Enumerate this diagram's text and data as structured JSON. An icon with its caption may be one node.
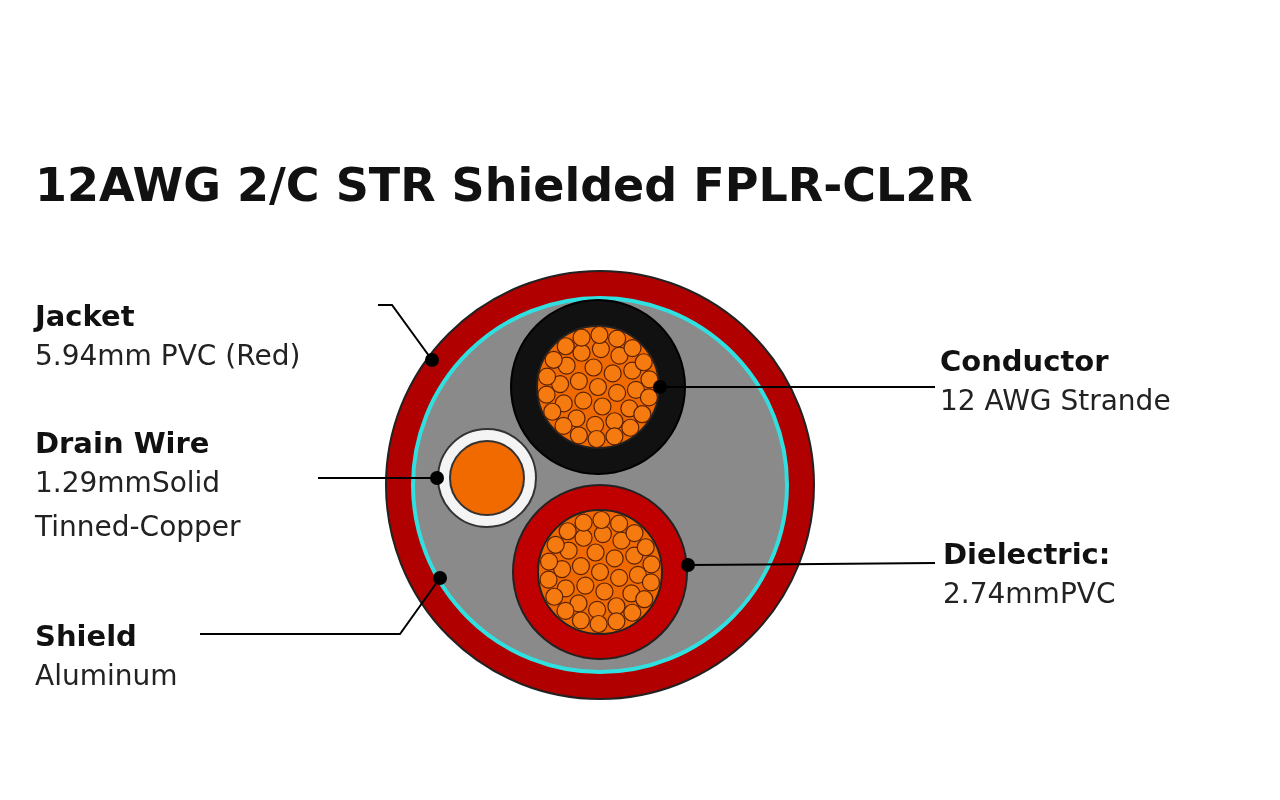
{
  "diagram": {
    "title": "12AWG 2/C STR Shielded FPLR-CL2R",
    "nodes": [
      {
        "text": [
          "Jacket",
          "5.94mm PVC (Red)"
        ]
      },
      {
        "text": [
          "Drain Wire",
          "1.29mmSolid Tinned-Copper"
        ]
      },
      {
        "text": [
          "Shield",
          "Aluminum"
        ]
      },
      {
        "text": [
          "Conductor",
          "12 AWG Strande"
        ]
      },
      {
        "text": [
          "Dielectric:",
          "2.74mmPVC"
        ]
      },
      {
        "text": [],
        "shape": "circle"
      },
      {
        "text": [],
        "shape": "circle",
        "in": 7
      },
      {
        "text": [],
        "shape": "circle",
        "in": 5
      },
      {
        "text": [],
        "shape": "circle",
        "in": 7
      },
      {
        "text": [],
        "shape": "circle",
        "in": 7
      }
    ],
    "edges": [
      {
        "from": 0,
        "to": 5,
        "arrow": "other"
      },
      {
        "from": 1,
        "to": 6,
        "arrow": "other"
      },
      {
        "from": 2,
        "to": 7,
        "arrow": "other"
      },
      {
        "from": 3,
        "to": 8,
        "arrow": "other"
      },
      {
        "from": 4,
        "to": 9,
        "arrow": "other"
      }
    ]
  }
}
